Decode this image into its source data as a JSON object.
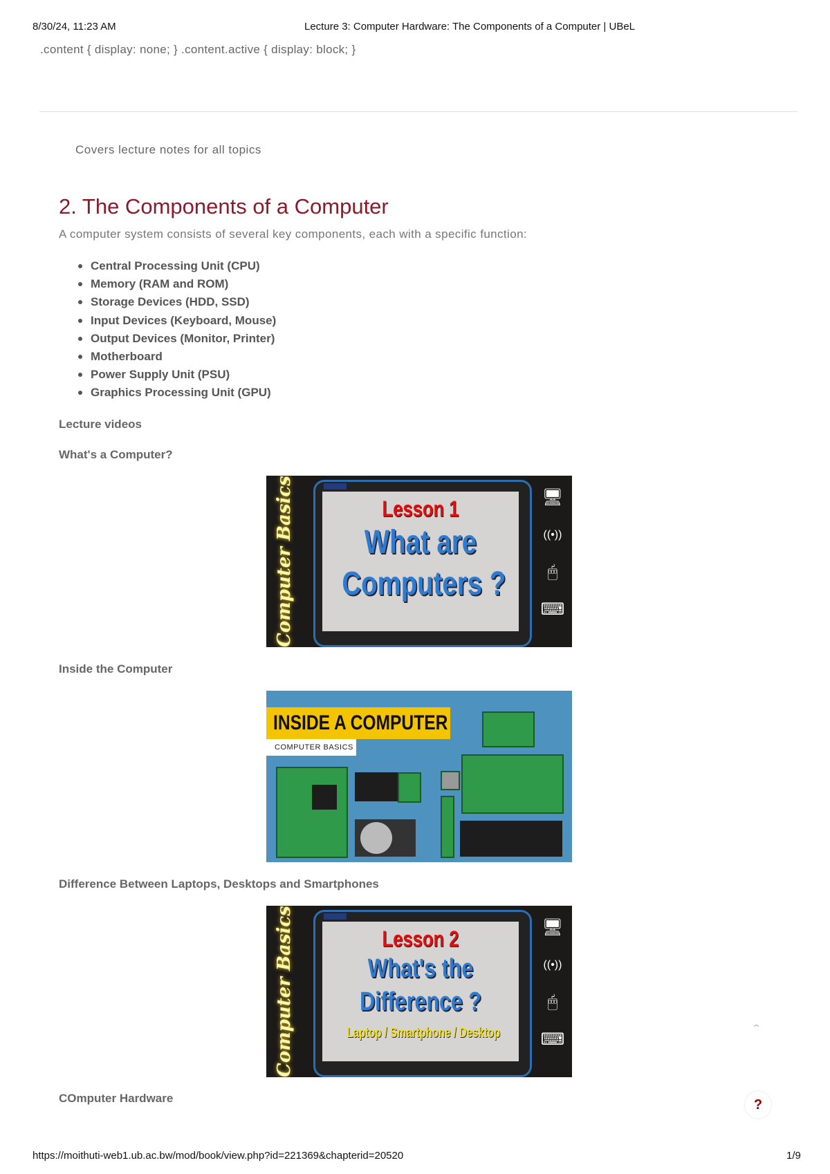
{
  "print_header": {
    "datetime": "8/30/24, 11:23 AM",
    "page_title": "Lecture 3: Computer Hardware: The Components of a Computer | UBeL"
  },
  "css_leak_text": ".content { display: none; } .content.active { display: block; }",
  "summary": "Covers lecture notes for all topics",
  "section": {
    "title": "2. The Components of a Computer",
    "intro": "A computer system consists of several key components, each with a specific function:",
    "components": [
      "Central Processing Unit (CPU)",
      "Memory (RAM and ROM)",
      "Storage Devices (HDD, SSD)",
      "Input Devices (Keyboard, Mouse)",
      "Output Devices (Monitor, Printer)",
      "Motherboard",
      "Power Supply Unit (PSU)",
      "Graphics Processing Unit (GPU)"
    ]
  },
  "videos": {
    "heading": "Lecture videos",
    "items": [
      {
        "title": "What's a Computer?",
        "thumb": {
          "side": "Computer Basics",
          "lesson": "Lesson 1",
          "line1": "What are",
          "line2": "Computers ?"
        }
      },
      {
        "title": "Inside the Computer",
        "thumb": {
          "banner": "INSIDE A COMPUTER",
          "sub": "COMPUTER BASICS"
        }
      },
      {
        "title": "Difference Between Laptops, Desktops and Smartphones",
        "thumb": {
          "side": "Computer Basics",
          "lesson": "Lesson 2",
          "line1": "What's the",
          "line2": "Difference ?",
          "line3": "Laptop / Smartphone / Desktop"
        }
      },
      {
        "title": "COmputer Hardware"
      }
    ]
  },
  "controls": {
    "scroll_up_icon": "chevron-up-icon",
    "help_label": "?"
  },
  "footer": {
    "url": "https://moithuti-web1.ub.ac.bw/mod/book/view.php?id=221369&chapterid=20520",
    "page": "1/9"
  },
  "colors": {
    "heading": "#8b1a2a",
    "help": "#8b0000"
  }
}
